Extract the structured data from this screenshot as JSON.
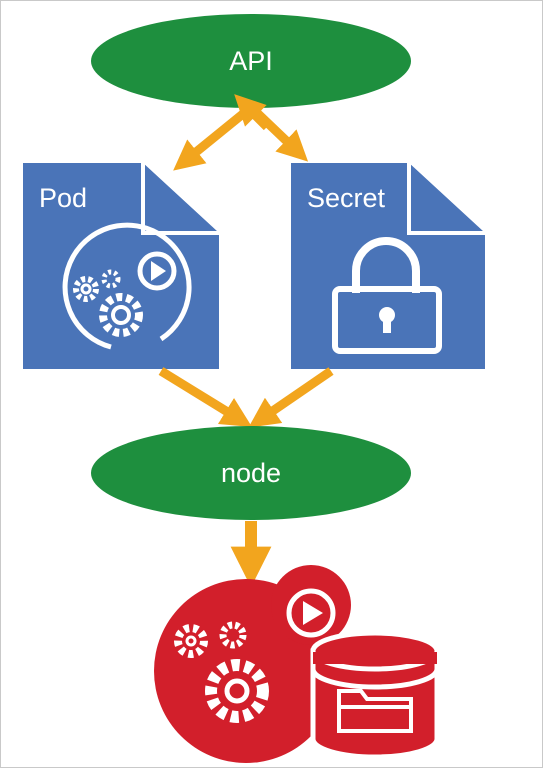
{
  "nodes": {
    "api": {
      "label": "API"
    },
    "pod": {
      "label": "Pod"
    },
    "secret": {
      "label": "Secret"
    },
    "node": {
      "label": "node"
    }
  },
  "colors": {
    "ellipse": "#1e8f3e",
    "doc": "#4a74b8",
    "doc_edge": "#ffffff",
    "arrow": "#f2a51e",
    "container": "#d21f2b"
  },
  "icons": {
    "pod": "gears-play-icon",
    "secret": "padlock-icon",
    "result": "container-with-volume-icon"
  }
}
